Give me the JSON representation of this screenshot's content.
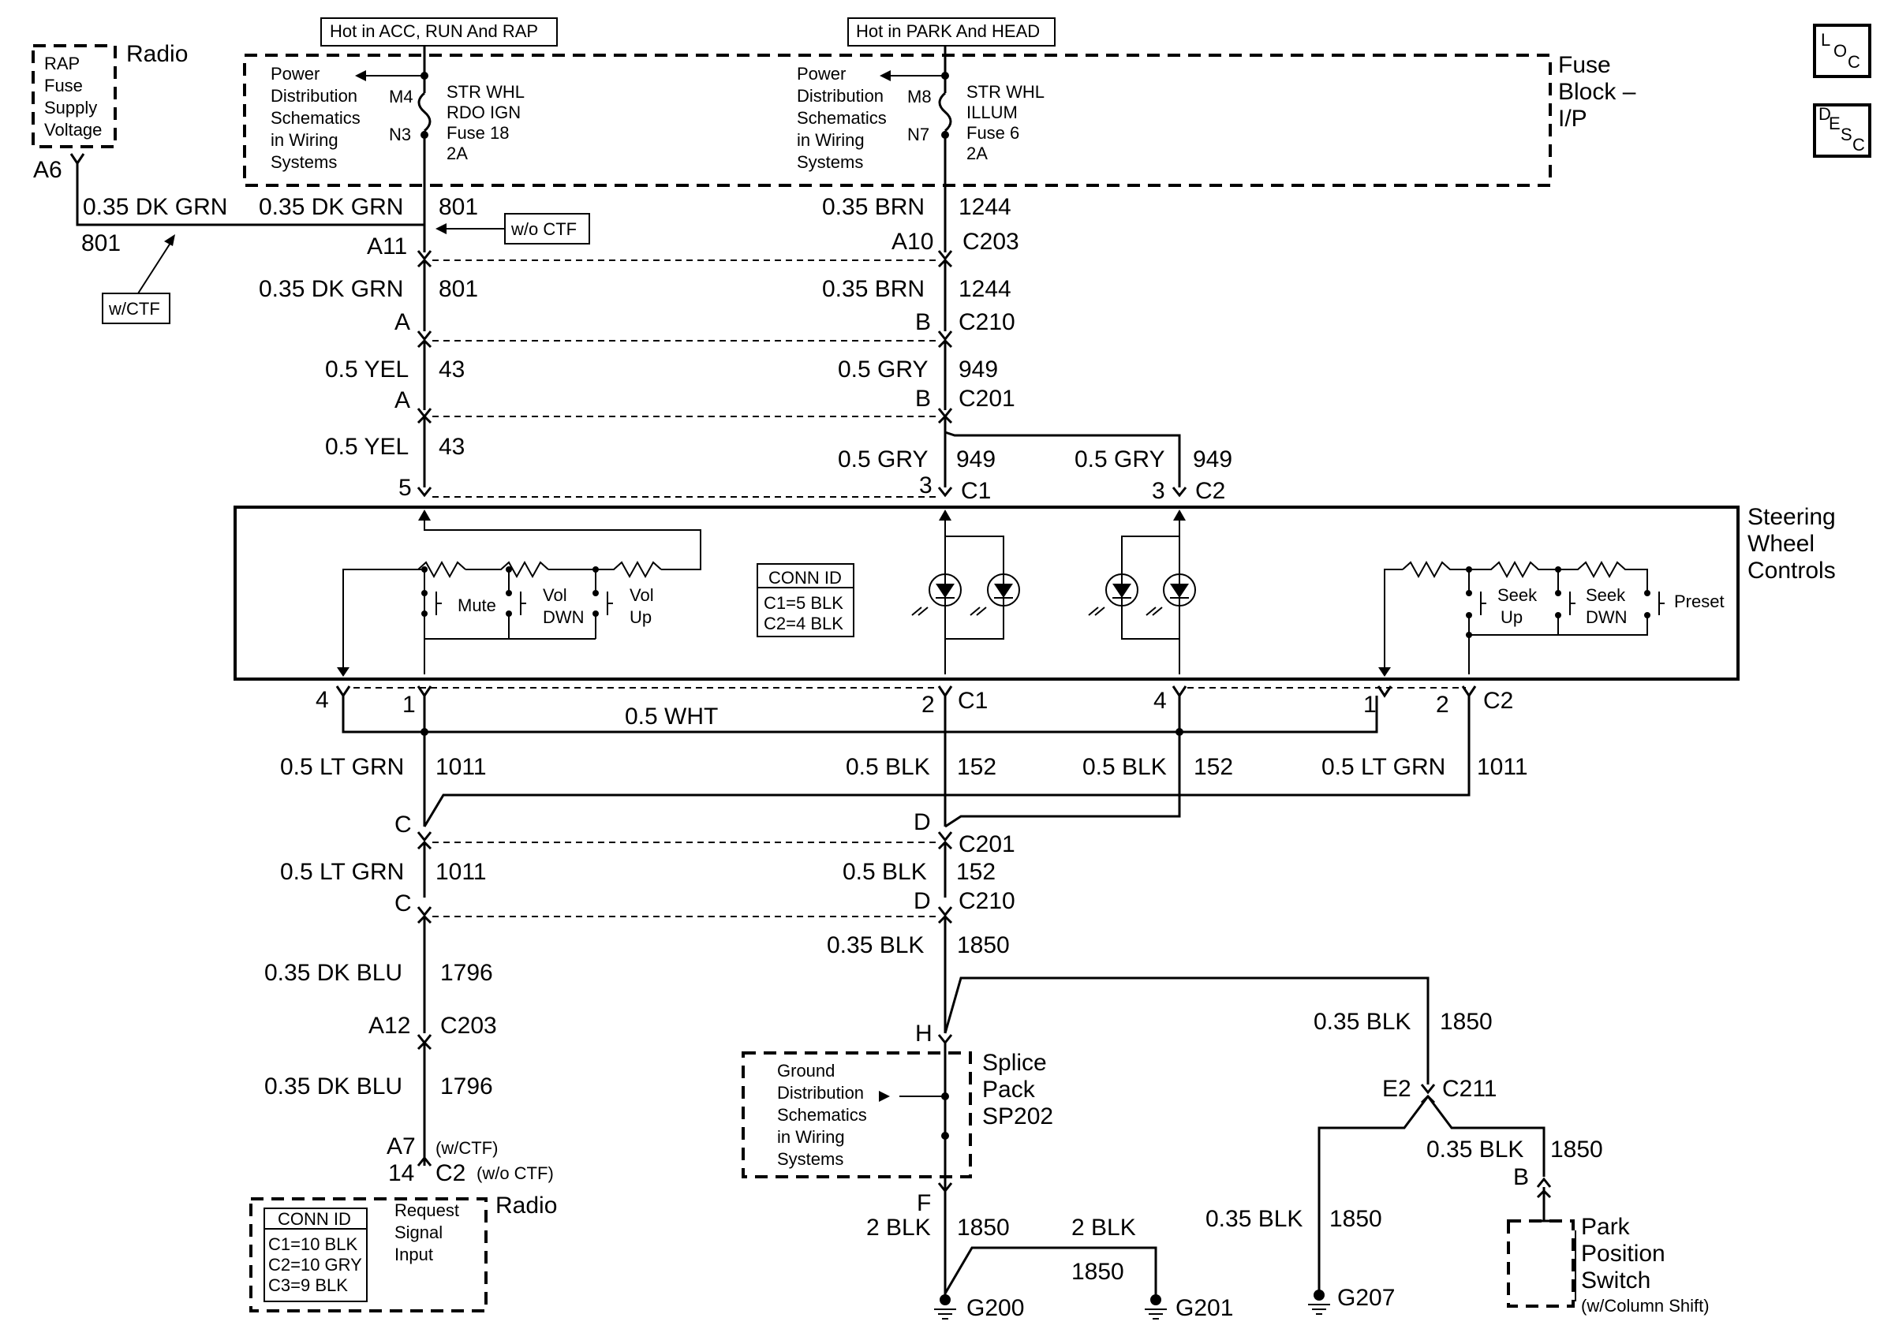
{
  "header": {
    "hot_acc": "Hot in ACC, RUN And RAP",
    "hot_park": "Hot in PARK And HEAD"
  },
  "icons": {
    "loc": "LOC",
    "desc": "DESC"
  },
  "fuse_block": {
    "label_1": "Fuse",
    "label_2": "Block –",
    "label_3": "I/P",
    "pds_lines": [
      "Power",
      "Distribution",
      "Schematics",
      "in Wiring",
      "Systems"
    ],
    "fuse18": {
      "pin_in": "M4",
      "pin_out": "N3",
      "lines": [
        "STR WHL",
        "RDO IGN",
        "Fuse 18",
        "2A"
      ]
    },
    "fuse6": {
      "pin_in": "M8",
      "pin_out": "N7",
      "lines": [
        "STR WHL",
        "ILLUM",
        "Fuse 6",
        "2A"
      ]
    }
  },
  "radio_top": {
    "lines": [
      "RAP",
      "Fuse",
      "Supply",
      "Voltage"
    ],
    "label": "Radio",
    "pin": "A6"
  },
  "tags": {
    "wo_ctf": "w/o CTF",
    "w_ctf": "w/CTF"
  },
  "circuits": {
    "a6_wire": "0.35 DK GRN",
    "a6_circ": "801",
    "top_left_wire": "0.35 DK GRN",
    "top_left_circ": "801",
    "a11": "A11",
    "brn_wire": "0.35 BRN",
    "brn_circ": "1244",
    "a10": "A10",
    "c203": "C203",
    "grn_wire2": "0.35 DK GRN",
    "grn_circ2": "801",
    "pin_a": "A",
    "brn_wire2": "0.35 BRN",
    "brn_circ2": "1244",
    "pin_b": "B",
    "c210": "C210",
    "yel_wire": "0.5 YEL",
    "yel_circ": "43",
    "gry_wire": "0.5 GRY",
    "gry_circ": "949",
    "c201": "C201",
    "yel_wire2": "0.5 YEL",
    "yel_circ2": "43",
    "gry_wire2": "0.5 GRY",
    "gry_circ2": "949",
    "gry_wire3": "0.5 GRY",
    "gry_circ3": "949",
    "pin_5": "5",
    "pin_3": "3",
    "c1": "C1",
    "c2": "C2",
    "pin_4": "4",
    "pin_1": "1",
    "pin_2": "2",
    "wht_wire": "0.5 WHT",
    "ltgrn_wire": "0.5 LT GRN",
    "ltgrn_circ": "1011",
    "blk_wire": "0.5 BLK",
    "blk_circ": "152",
    "pin_c": "C",
    "pin_d": "D",
    "dkblu_wire": "0.35 DK BLU",
    "dkblu_circ": "1796",
    "a12": "A12",
    "blk35_wire": "0.35 BLK",
    "blk35_circ": "1850",
    "pin_h": "H",
    "a7": "A7",
    "w_ctf_small": "(w/CTF)",
    "pin_14": "14",
    "wo_ctf_small": "(w/o CTF)",
    "pin_f": "F",
    "blk2_wire": "2 BLK",
    "blk2_circ": "1850",
    "e2": "E2",
    "c211": "C211",
    "g200": "G200",
    "g201": "G201",
    "g207": "G207"
  },
  "steering": {
    "label_lines": [
      "Steering",
      "Wheel",
      "Controls"
    ],
    "conn_id_title": "CONN ID",
    "conn_id_lines": [
      "C1=5 BLK",
      "C2=4 BLK"
    ],
    "mute": "Mute",
    "vol_dwn": [
      "Vol",
      "DWN"
    ],
    "vol_up": [
      "Vol",
      "Up"
    ],
    "seek_up": [
      "Seek",
      "Up"
    ],
    "seek_dwn": [
      "Seek",
      "DWN"
    ],
    "preset": "Preset"
  },
  "splice": {
    "label_lines": [
      "Splice",
      "Pack",
      "SP202"
    ],
    "gds_lines": [
      "Ground",
      "Distribution",
      "Schematics",
      "in Wiring",
      "Systems"
    ]
  },
  "radio_bottom": {
    "conn_id_title": "CONN ID",
    "conn_id_lines": [
      "C1=10 BLK",
      "C2=10 GRY",
      "C3=9 BLK"
    ],
    "request_lines": [
      "Request",
      "Signal",
      "Input"
    ],
    "label": "Radio"
  },
  "park_switch": {
    "lines": [
      "Park",
      "Position",
      "Switch"
    ],
    "note": "(w/Column Shift)"
  }
}
